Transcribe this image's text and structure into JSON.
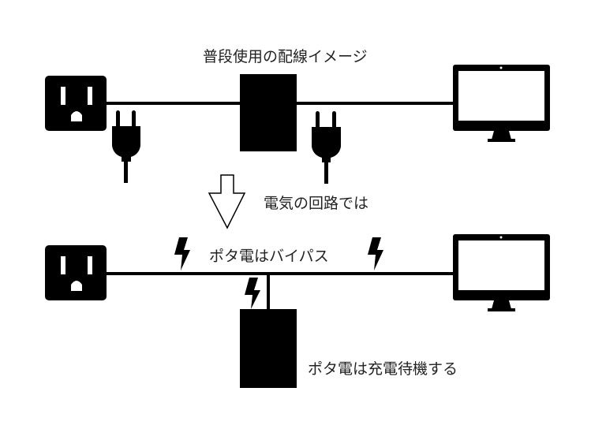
{
  "diagram": {
    "top_section": {
      "title": "普段使用の配線イメージ",
      "components": [
        "outlet",
        "plug",
        "portable-battery",
        "plug",
        "monitor"
      ]
    },
    "transition": {
      "label": "電気の回路では",
      "icon": "down-arrow-outline-icon"
    },
    "bottom_section": {
      "bypass_label": "ポタ電はバイパス",
      "standby_label": "ポタ電は充電待機する",
      "components": [
        "outlet",
        "portable-battery",
        "monitor"
      ],
      "icons": [
        "lightning-bolt-icon",
        "lightning-bolt-icon",
        "lightning-bolt-icon"
      ]
    },
    "colors": {
      "foreground": "#000000",
      "background": "#ffffff",
      "text": "#222222"
    }
  }
}
